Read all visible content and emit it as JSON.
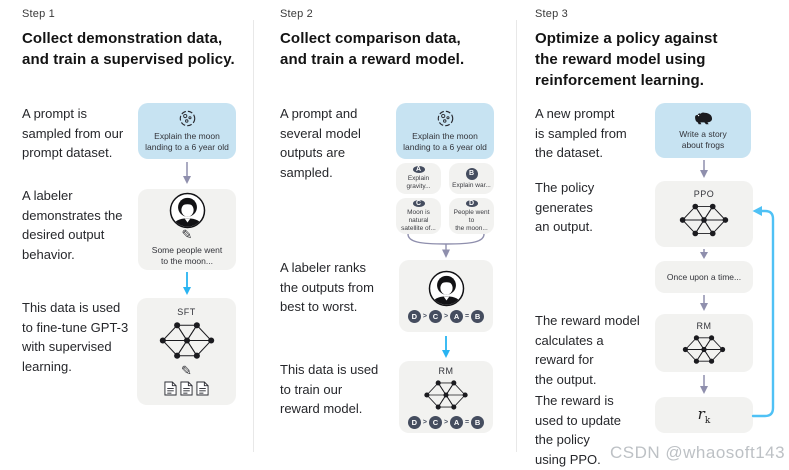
{
  "step1": {
    "label": "Step 1",
    "heading": "Collect demonstration data,\nand train a supervised policy.",
    "para1": "A prompt is\nsampled from our\nprompt dataset.",
    "para2": "A labeler\ndemonstrates the\ndesired output\nbehavior.",
    "para3": "This data is used\nto fine-tune GPT-3\nwith supervised\nlearning.",
    "prompt_box": "Explain the moon\nlanding to a 6 year old",
    "demo_box": "Some people went\nto the moon...",
    "model_label": "SFT"
  },
  "step2": {
    "label": "Step 2",
    "heading": "Collect comparison data,\nand train a reward model.",
    "para1": "A prompt and\nseveral model\noutputs are\nsampled.",
    "para2": "A labeler ranks\nthe outputs from\nbest to worst.",
    "para3": "This data is used\nto train our\nreward model.",
    "prompt_box": "Explain the moon\nlanding to a 6 year old",
    "outputs": [
      {
        "chip": "A",
        "text": "Explain gravity..."
      },
      {
        "chip": "B",
        "text": "Explain war..."
      },
      {
        "chip": "C",
        "text": "Moon is natural\nsatellite of..."
      },
      {
        "chip": "D",
        "text": "People went to\nthe moon..."
      }
    ],
    "ranking": [
      "D",
      ">",
      "C",
      ">",
      "A",
      "=",
      "B"
    ],
    "model_label": "RM"
  },
  "step3": {
    "label": "Step 3",
    "heading": "Optimize a policy against\nthe reward model using\nreinforcement learning.",
    "para1": "A new prompt\nis sampled from\nthe dataset.",
    "para2": "The policy\ngenerates\nan output.",
    "para3": "The reward model\ncalculates a\nreward for\nthe output.",
    "para4": "The reward is\nused to update\nthe policy\nusing PPO.",
    "prompt_box": "Write a story\nabout frogs",
    "ppo_label": "PPO",
    "output_box": "Once upon a time...",
    "rm_label": "RM",
    "reward_base": "r",
    "reward_sub": "k"
  },
  "icons": {
    "pencil_glyph": "✎",
    "moon": "moon-icon",
    "labeler": "labeler-avatar-icon",
    "network": "neural-network-icon",
    "documents": "document-icon",
    "frog": "frog-icon"
  },
  "colors": {
    "prompt_box_blue": "#c7e3f2",
    "process_box_gray": "#f2f2f0",
    "flow_arrow_purple": "#8f8fad",
    "train_arrow_cyan": "#29b4f2",
    "feedback_loop_blue": "#4fc1f5",
    "chip_navy": "#454d5f",
    "divider_gray": "#e8e8e8"
  },
  "watermark": "CSDN @whaosoft143"
}
